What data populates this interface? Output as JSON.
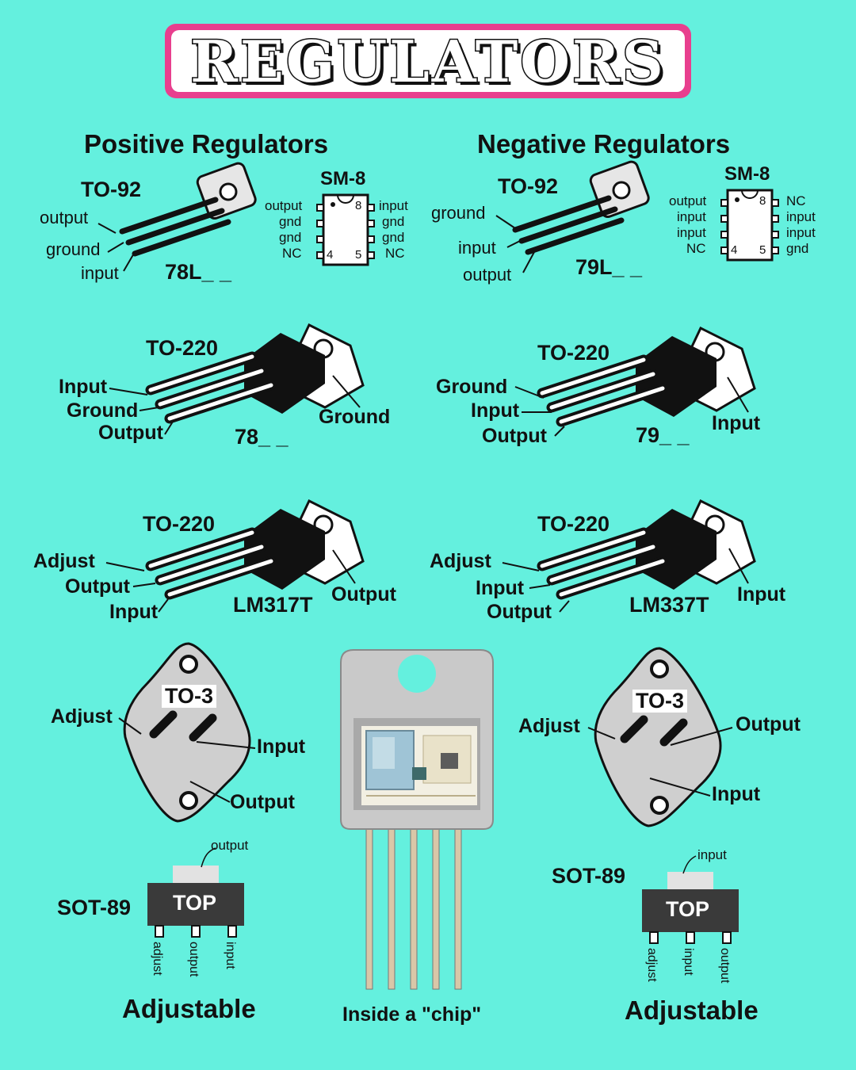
{
  "title": "REGULATORS",
  "headings": {
    "positive": "Positive Regulators",
    "negative": "Negative Regulators"
  },
  "pos": {
    "to92": {
      "pkg": "TO-92",
      "labels": [
        "output",
        "ground",
        "input"
      ],
      "part": "78L_ _"
    },
    "sm8": {
      "pkg": "SM-8",
      "left_pins": [
        "output",
        "gnd",
        "gnd",
        "NC"
      ],
      "right_pins": [
        "input",
        "gnd",
        "gnd",
        "NC"
      ],
      "pin_nums": [
        "8",
        "4",
        "5"
      ]
    },
    "to220a": {
      "pkg": "TO-220",
      "labels": [
        "Input",
        "Ground",
        "Output"
      ],
      "tab": "Ground",
      "part": "78_ _"
    },
    "to220b": {
      "pkg": "TO-220",
      "labels": [
        "Adjust",
        "Output",
        "Input"
      ],
      "tab": "Output",
      "part": "LM317T"
    },
    "to3": {
      "pkg": "TO-3",
      "labels": [
        "Adjust",
        "Input",
        "Output"
      ]
    },
    "sot89": {
      "pkg": "SOT-89",
      "top": "TOP",
      "tab": "output",
      "pins": [
        "adjust",
        "output",
        "input"
      ],
      "caption": "Adjustable"
    }
  },
  "neg": {
    "to92": {
      "pkg": "TO-92",
      "labels": [
        "ground",
        "input",
        "output"
      ],
      "part": "79L_ _"
    },
    "sm8": {
      "pkg": "SM-8",
      "left_pins": [
        "output",
        "input",
        "input",
        "NC"
      ],
      "right_pins": [
        "NC",
        "input",
        "input",
        "gnd"
      ],
      "pin_nums": [
        "8",
        "4",
        "5"
      ]
    },
    "to220a": {
      "pkg": "TO-220",
      "labels": [
        "Ground",
        "Input",
        "Output"
      ],
      "tab": "Input",
      "part": "79_ _"
    },
    "to220b": {
      "pkg": "TO-220",
      "labels": [
        "Adjust",
        "Input",
        "Output"
      ],
      "tab": "Input",
      "part": "LM337T"
    },
    "to3": {
      "pkg": "TO-3",
      "labels": [
        "Adjust",
        "Output",
        "Input"
      ]
    },
    "sot89": {
      "pkg": "SOT-89",
      "top": "TOP",
      "tab": "input",
      "pins": [
        "adjust",
        "input",
        "output"
      ],
      "caption": "Adjustable"
    }
  },
  "chip_caption": "Inside a \"chip\""
}
